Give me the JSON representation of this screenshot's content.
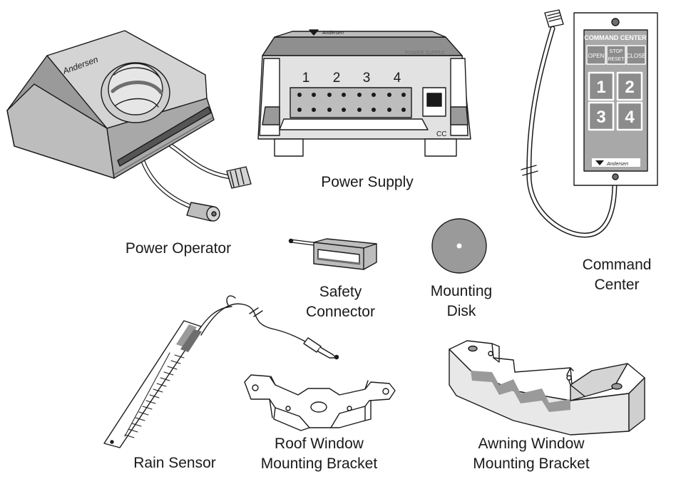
{
  "components": {
    "power_operator": {
      "label": "Power Operator",
      "brand": "Andersen"
    },
    "power_supply": {
      "label": "Power Supply",
      "brand": "Andersen",
      "top_text": "POWER SUPPLY",
      "channels": [
        "1",
        "2",
        "3",
        "4"
      ],
      "marking": "CC"
    },
    "command_center": {
      "label_line1": "Command",
      "label_line2": "Center",
      "panel_title": "COMMAND CENTER",
      "open_label": "OPEN",
      "stop_label": "STOP",
      "reset_label": "RESET",
      "close_label": "CLOSE",
      "buttons": [
        "1",
        "2",
        "3",
        "4"
      ],
      "brand": "Andersen"
    },
    "safety_connector": {
      "label_line1": "Safety",
      "label_line2": "Connector"
    },
    "mounting_disk": {
      "label_line1": "Mounting",
      "label_line2": "Disk"
    },
    "rain_sensor": {
      "label": "Rain Sensor"
    },
    "roof_window_bracket": {
      "label_line1": "Roof Window",
      "label_line2": "Mounting Bracket"
    },
    "awning_window_bracket": {
      "label_line1": "Awning Window",
      "label_line2": "Mounting Bracket"
    }
  },
  "colors": {
    "line": "#1a1a1a",
    "light_gray": "#d4d4d4",
    "mid_gray": "#9a9a9a",
    "dark_gray": "#6e6e6e",
    "panel_gray": "#a8a8a8"
  }
}
